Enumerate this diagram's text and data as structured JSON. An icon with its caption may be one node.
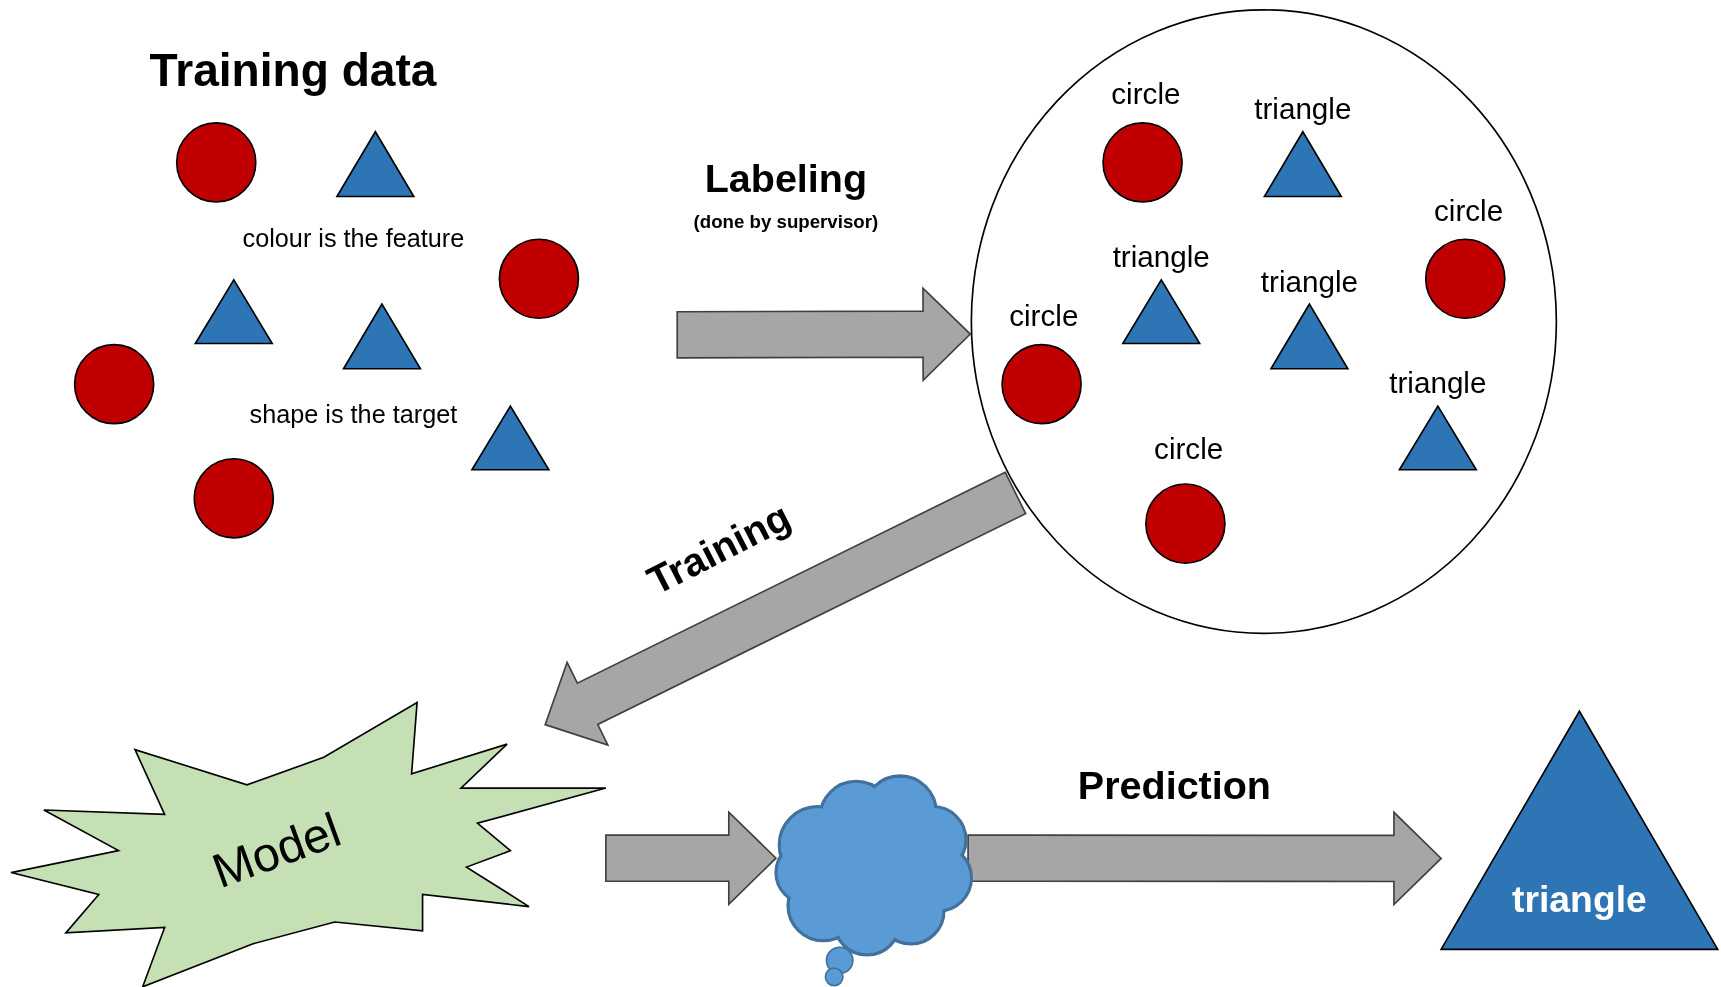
{
  "diagram": {
    "nodes": [
      {
        "text": [
          "Training data",
          "colour is the feature",
          "shape is the target"
        ]
      },
      {
        "text": [
          "circle",
          "triangle",
          "circle",
          "triangle",
          "triangle",
          "circle",
          "triangle",
          "circle"
        ]
      },
      {
        "text": [
          "Model"
        ]
      },
      {
        "text": [],
        "shape": "cloud"
      },
      {
        "text": [
          "triangle"
        ]
      }
    ],
    "edges": [
      {
        "from": 0,
        "to": 1,
        "arrow": "to",
        "label": "Labeling"
      },
      {
        "from": 1,
        "to": 2,
        "arrow": "to",
        "label": "Training"
      },
      {
        "from": 2,
        "to": 3,
        "arrow": "to"
      },
      {
        "from": 3,
        "to": 4,
        "arrow": "to",
        "label": "Prediction"
      }
    ],
    "labels": [
      "(done by supervisor)"
    ]
  }
}
